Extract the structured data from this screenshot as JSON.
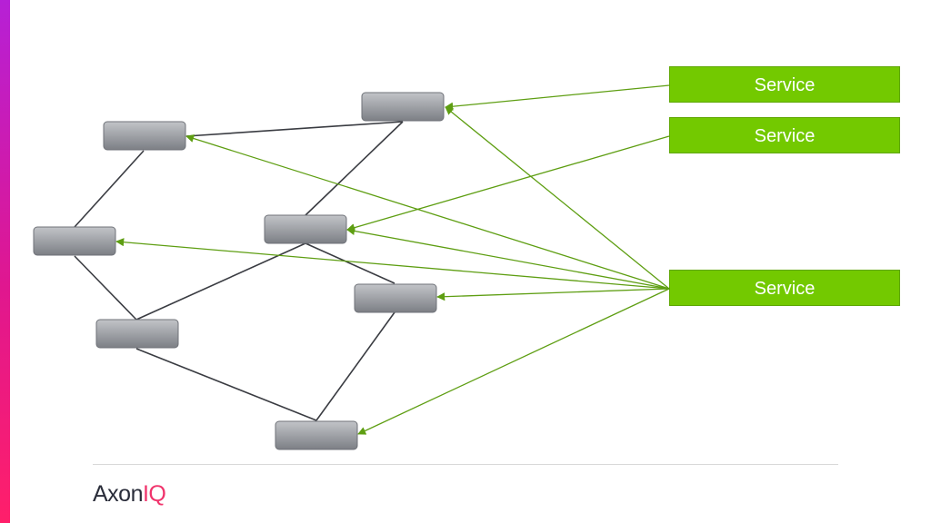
{
  "services": [
    {
      "label": "Service"
    },
    {
      "label": "Service"
    },
    {
      "label": "Service"
    }
  ],
  "nodes": [
    {
      "id": "n1",
      "label": ""
    },
    {
      "id": "n2",
      "label": ""
    },
    {
      "id": "n3",
      "label": ""
    },
    {
      "id": "n4",
      "label": ""
    },
    {
      "id": "n5",
      "label": ""
    },
    {
      "id": "n6",
      "label": ""
    },
    {
      "id": "n7",
      "label": ""
    },
    {
      "id": "n8",
      "label": ""
    }
  ],
  "logo": {
    "text": "Axon",
    "accent_text": "IQ"
  },
  "colors": {
    "service_fill": "#73c900",
    "arrow": "#5e9e12",
    "edge": "#3a3c42",
    "logo_accent": "#f0346c"
  }
}
